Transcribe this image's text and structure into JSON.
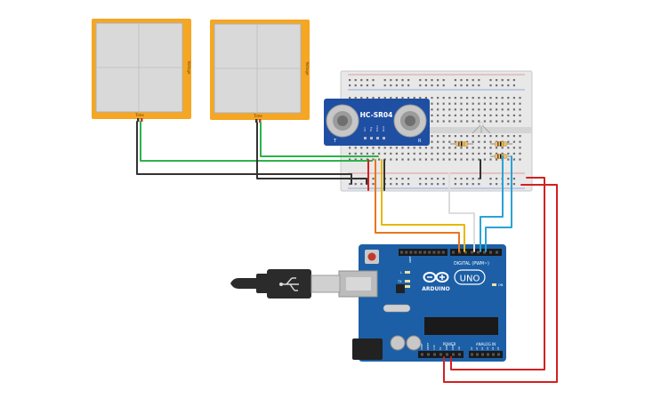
{
  "oscilloscopes": [
    {
      "axis_label": "Time",
      "side_label": "Voltage"
    },
    {
      "axis_label": "Time",
      "side_label": "Voltage"
    }
  ],
  "sensor": {
    "model": "HC-SR04",
    "pins": [
      "Vcc",
      "Trig",
      "Echo",
      "Gnd"
    ],
    "letter_left": "T",
    "letter_right": "R"
  },
  "board": {
    "brand": "ARDUINO",
    "model": "UNO",
    "digital_label": "DIGITAL (PWM~)",
    "power_label": "POWER",
    "analog_label": "ANALOG IN",
    "aref_label": "AREF",
    "led_l": "L",
    "led_tx": "TX",
    "led_rx": "RX",
    "led_on": "ON",
    "power_pins": [
      "IOREF",
      "RESET",
      "3.3V",
      "5V",
      "GND",
      "GND",
      "Vin"
    ],
    "analog_pins": [
      "A0",
      "A1",
      "A2",
      "A3",
      "A4",
      "A5"
    ]
  },
  "colors": {
    "scope_frame": "#f5a623",
    "scope_screen": "#d9d9d9",
    "board": "#1c5fa6",
    "sensor": "#1f4fa3",
    "wire_green": "#2db34a",
    "wire_black": "#333333",
    "wire_yellow": "#e6b800",
    "wire_orange": "#e8761c",
    "wire_white": "#dddddd",
    "wire_cyan": "#2aa3d6",
    "wire_red": "#d42020",
    "cable": "#2b2b2b"
  }
}
